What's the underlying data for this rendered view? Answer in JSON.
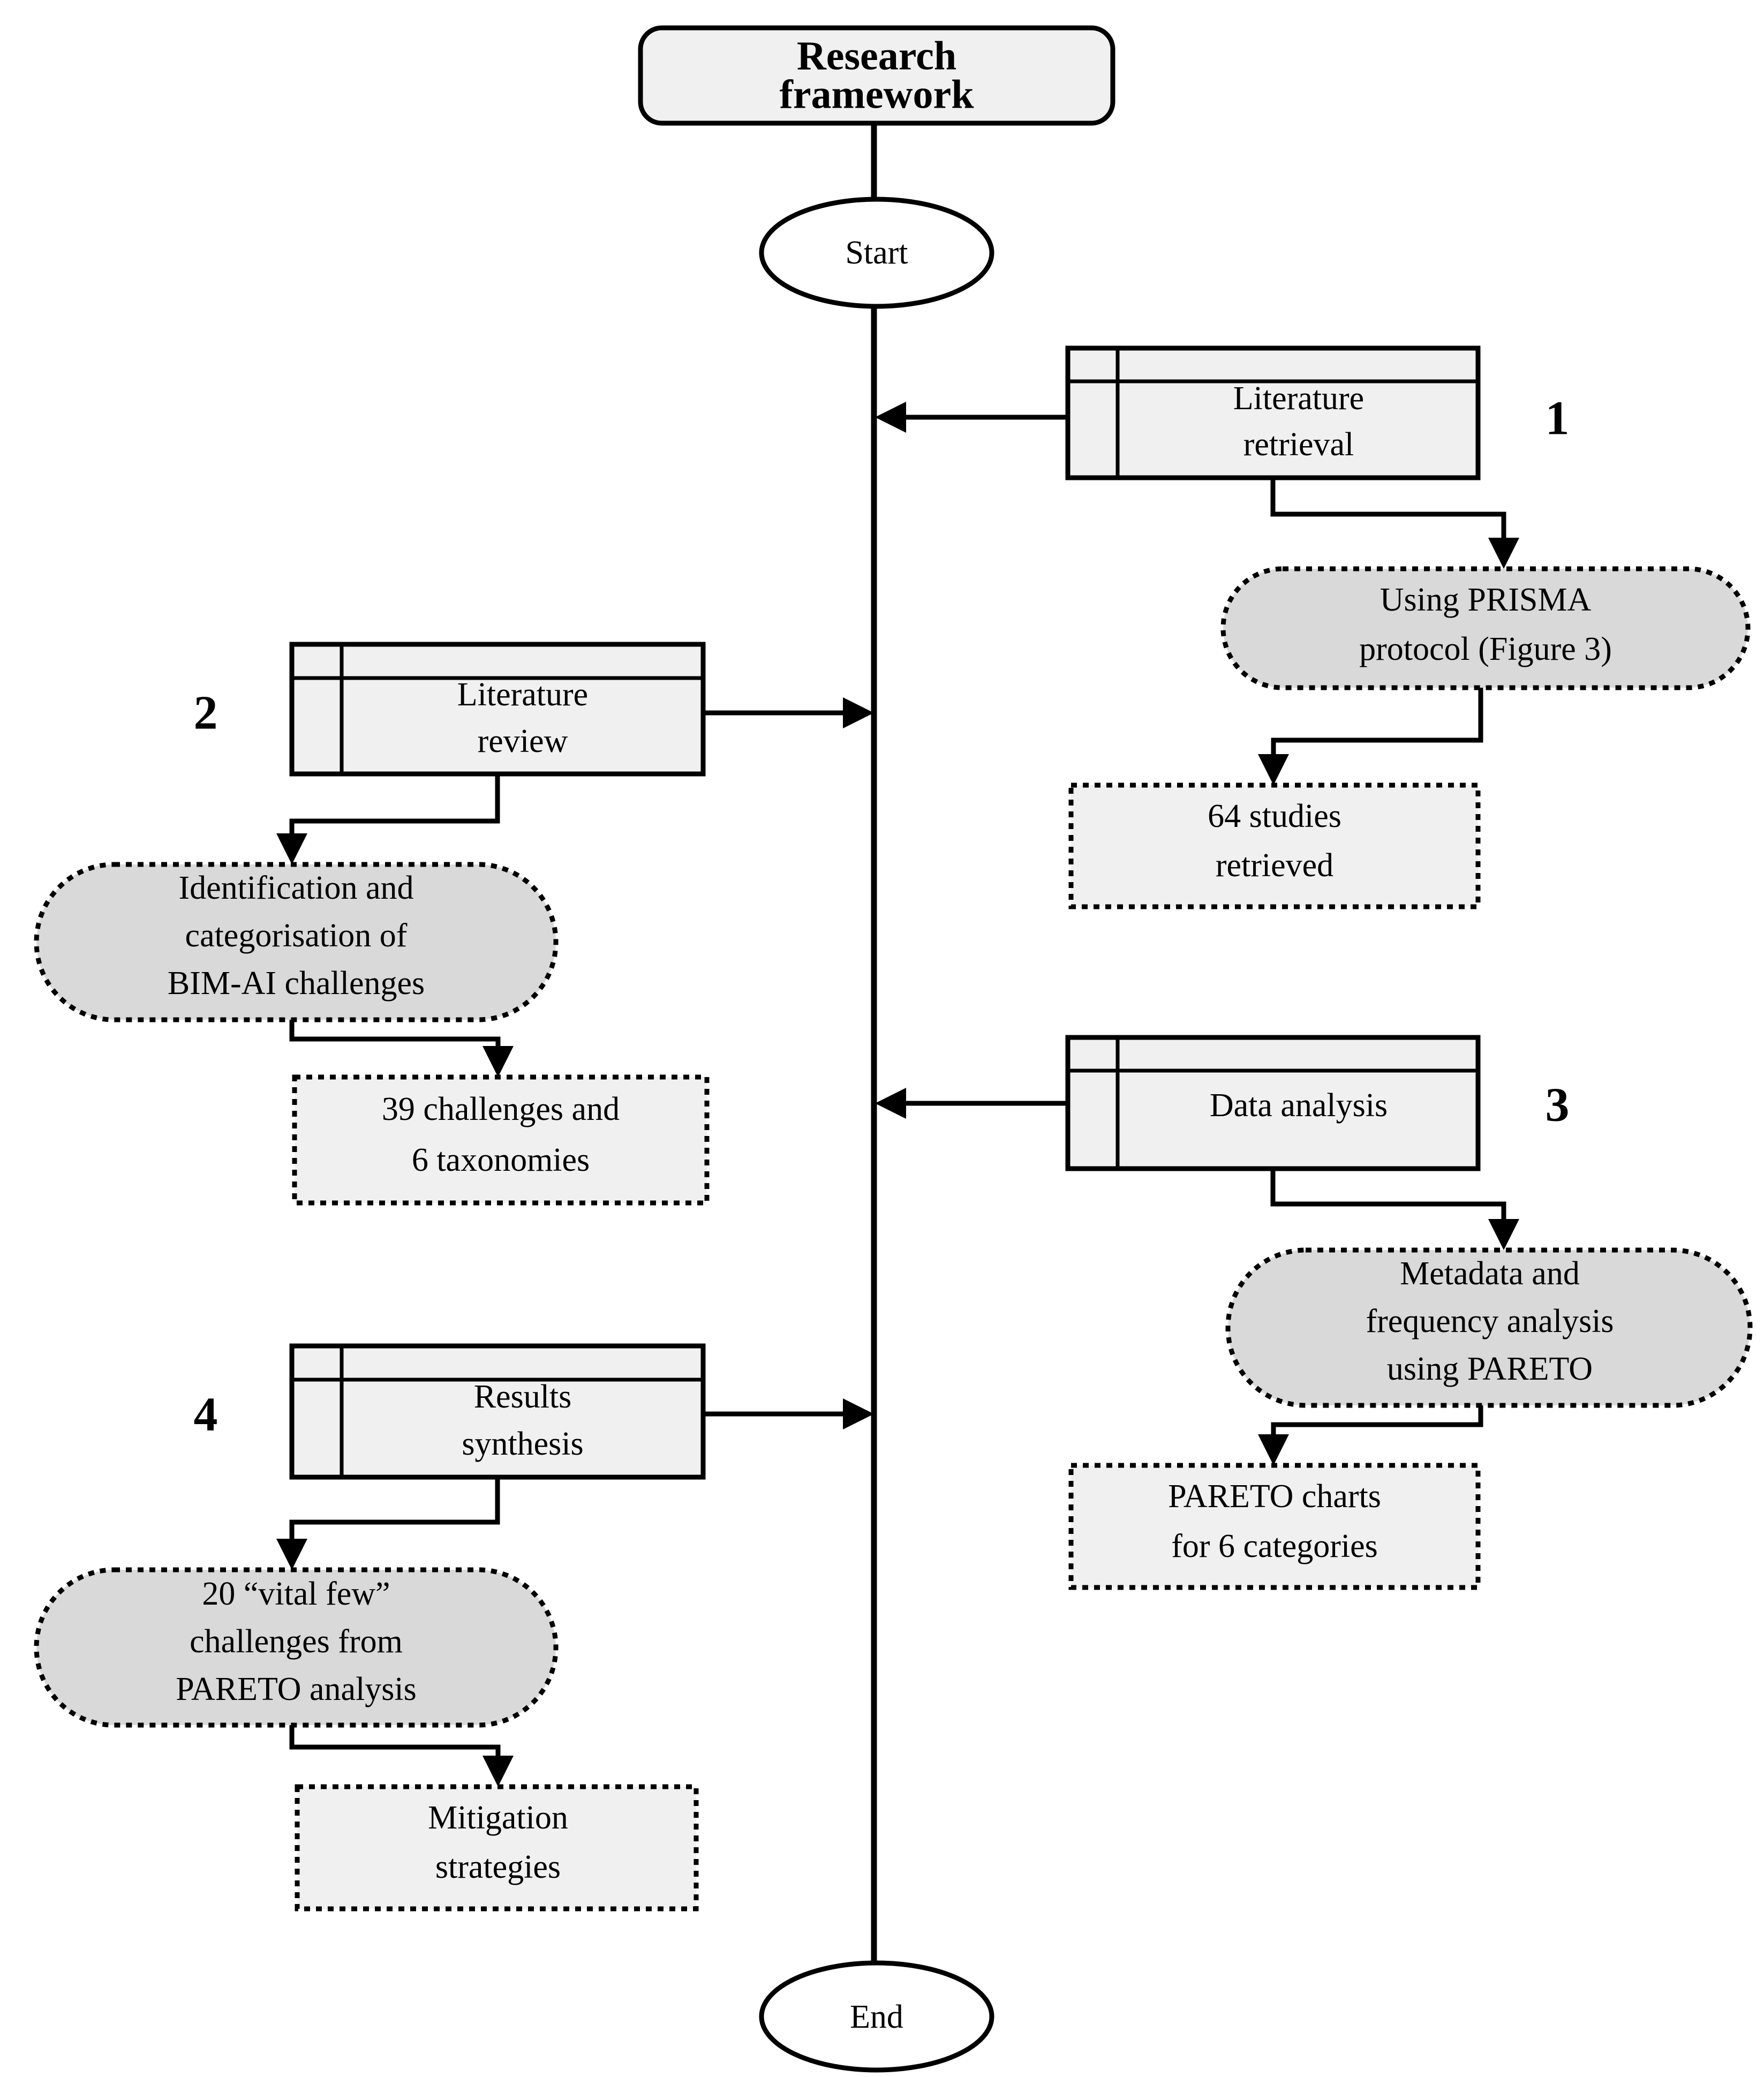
{
  "diagram": {
    "title": "Research framework",
    "terminals": {
      "start": "Start",
      "end": "End"
    },
    "steps": [
      {
        "number": "1",
        "side": "right",
        "process": "Literature retrieval",
        "method": "Using PRISMA protocol (Figure 3)",
        "method_lines": [
          "Using PRISMA",
          "protocol (Figure 3)"
        ],
        "output": "64 studies retrieved",
        "output_lines": [
          "64 studies",
          "retrieved"
        ],
        "process_lines": [
          "Literature",
          "retrieval"
        ]
      },
      {
        "number": "2",
        "side": "left",
        "process": "Literature review",
        "process_lines": [
          "Literature",
          "review"
        ],
        "method": "Identification and categorisation of BIM-AI challenges",
        "method_lines": [
          "Identification and",
          "categorisation of",
          "BIM-AI challenges"
        ],
        "output": "39 challenges and 6 taxonomies",
        "output_lines": [
          "39 challenges and",
          "6 taxonomies"
        ]
      },
      {
        "number": "3",
        "side": "right",
        "process": "Data analysis",
        "process_lines": [
          "Data analysis"
        ],
        "method": "Metadata and frequency analysis using PARETO",
        "method_lines": [
          "Metadata and",
          "frequency analysis",
          "using PARETO"
        ],
        "output": "PARETO charts for 6 categories",
        "output_lines": [
          "PARETO charts",
          "for 6 categories"
        ]
      },
      {
        "number": "4",
        "side": "left",
        "process": "Results synthesis",
        "process_lines": [
          "Results",
          "synthesis"
        ],
        "method": "20 “vital few” challenges from PARETO analysis",
        "method_lines": [
          "20 “vital few”",
          "challenges from",
          "PARETO analysis"
        ],
        "output": "Mitigation strategies",
        "output_lines": [
          "Mitigation",
          "strategies"
        ]
      }
    ],
    "colors": {
      "process_fill": "#f0f0f0",
      "method_fill": "#d9d9d9",
      "output_fill": "#f0f0f0",
      "terminal_fill": "#ffffff",
      "title_fill": "#f0f0f0",
      "stroke": "#000000"
    }
  }
}
